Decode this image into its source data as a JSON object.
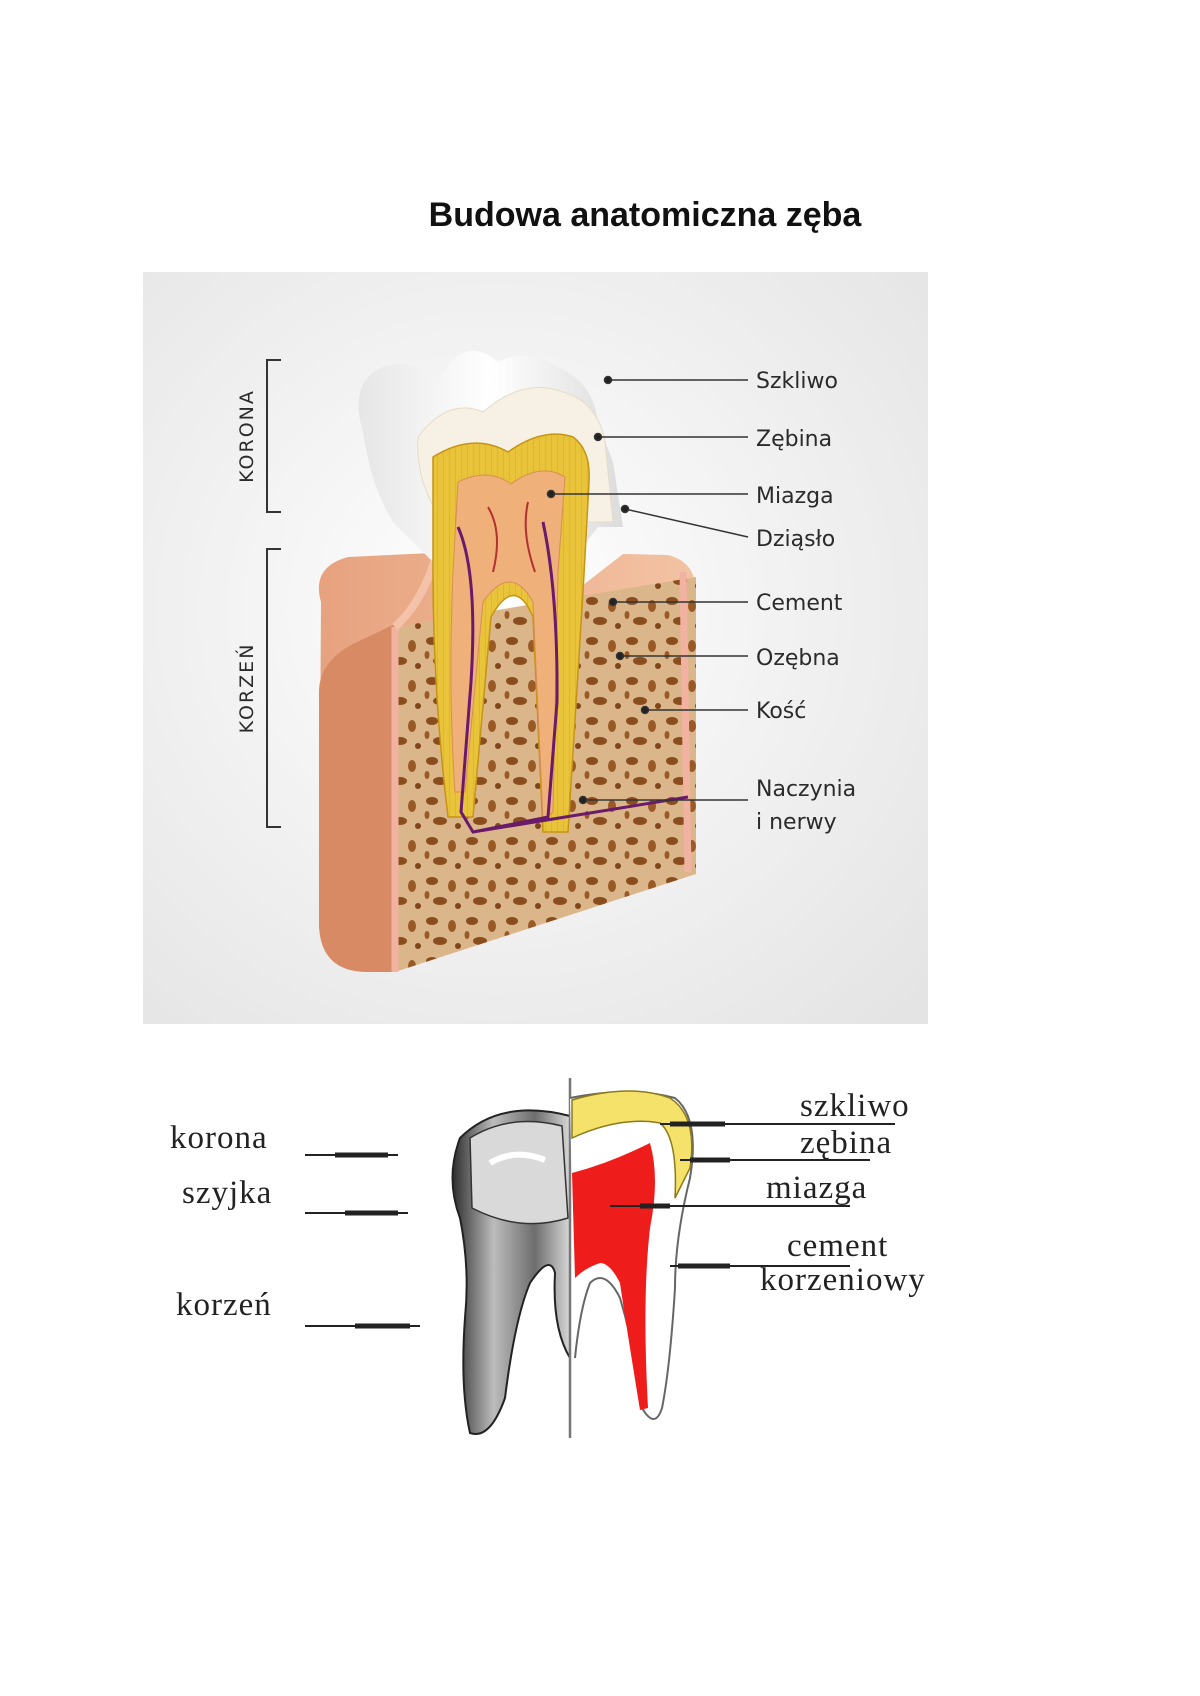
{
  "title": "Budowa anatomiczna zęba",
  "diagram1": {
    "side_labels": {
      "crown": "KORONA",
      "root": "KORZEŃ"
    },
    "labels": {
      "enamel": "Szkliwo",
      "dentin": "Zębina",
      "pulp": "Miazga",
      "gum": "Dziąsło",
      "cement": "Cement",
      "periodontium": "Ozębna",
      "bone": "Kość",
      "vessels_line1": "Naczynia",
      "vessels_line2": "i nerwy"
    },
    "colors": {
      "enamel": "#f6f1e4",
      "dentin": "#e9c43a",
      "pulp": "#efb07a",
      "gum": "#e7a27f",
      "bone": "#d7b083",
      "bone_spots": "#8a4e1e",
      "nerve": "#6a1a6a"
    }
  },
  "diagram2": {
    "left_labels": {
      "crown": "korona",
      "neck": "szyjka",
      "root": "korzeń"
    },
    "right_labels": {
      "enamel": "szkliwo",
      "dentin": "zębina",
      "pulp": "miazga",
      "cement_line1": "cement",
      "cement_line2": "korzeniowy"
    },
    "colors": {
      "enamel": "#f5e26b",
      "pulp": "#ef1c1c",
      "tooth": "#9e9e9e"
    }
  }
}
